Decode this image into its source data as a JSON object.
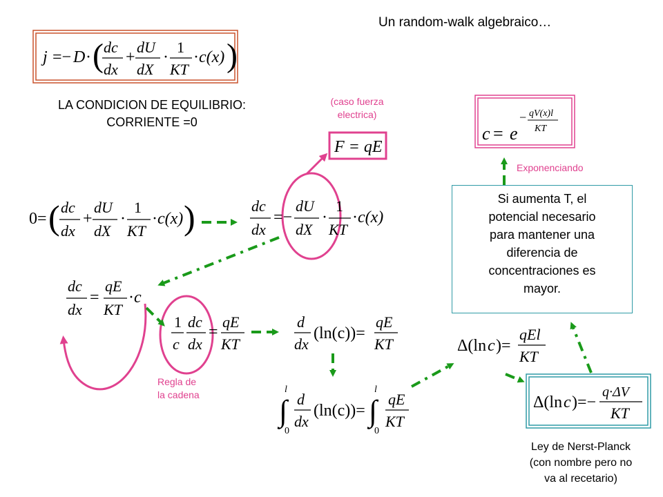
{
  "title": "Un random-walk algebraico…",
  "condition": {
    "line1": "LA CONDICION DE EQUILIBRIO:",
    "line2": "CORRIENTE =0"
  },
  "notes": {
    "caso_line1": "(caso fuerza",
    "caso_line2": "electrica)",
    "exponenciando": "Exponenciando",
    "regla_line1": "Regla de",
    "regla_line2": "la cadena"
  },
  "info_box": {
    "lines": [
      "Si aumenta T, el",
      "potencial necesario",
      "para mantener una",
      "diferencia de",
      "concentraciones es",
      "mayor."
    ]
  },
  "ley": {
    "line1": "Ley de Nerst-Planck",
    "line2": "(con nombre pero no",
    "line3": "va al recetario)"
  },
  "colors": {
    "accent_pink": "#e0418f",
    "box_orange": "#c8502a",
    "box_teal": "#2e9aa5",
    "arrow_green": "#1a9a1a"
  }
}
